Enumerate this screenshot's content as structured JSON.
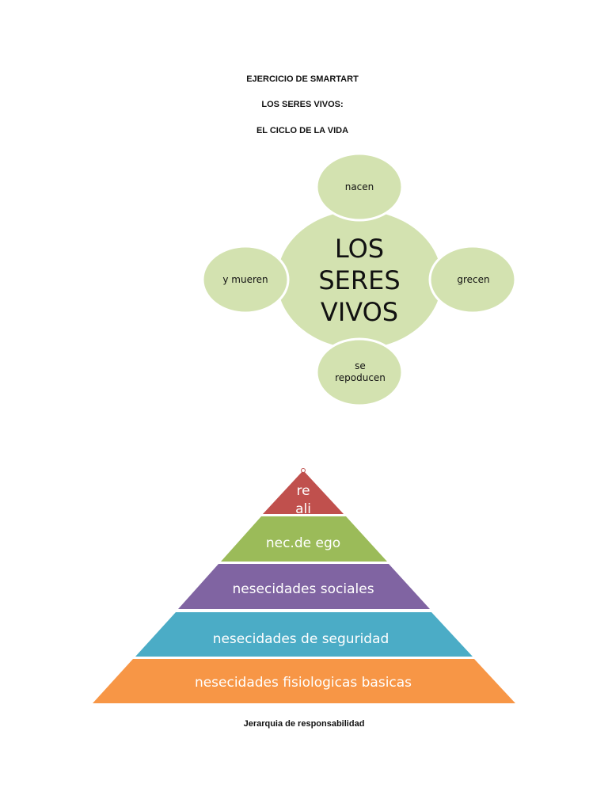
{
  "headings": {
    "line1": "EJERCICIO  DE SMARTART",
    "line2": "LOS SERES VIVOS:",
    "line3": "EL CICLO DE LA VIDA"
  },
  "cycle": {
    "center": [
      "LOS",
      "SERES",
      "VIVOS"
    ],
    "top": "nacen",
    "right": "grecen",
    "bottom": [
      "se",
      "repoducen"
    ],
    "left": "y mueren",
    "colors": {
      "fill": "#d3e2b0",
      "stroke": "#ffffff",
      "text": "#111111"
    }
  },
  "pyramid": {
    "levels": [
      {
        "label_lines": [
          "re",
          "ali"
        ],
        "color": "#c0504d"
      },
      {
        "label": "nec.de ego",
        "color": "#9bbb59"
      },
      {
        "label": "nesecidades sociales",
        "color": "#8064a2"
      },
      {
        "label": "nesecidades de seguridad",
        "color": "#4bacc6"
      },
      {
        "label": "nesecidades fisiologicas basicas",
        "color": "#f79646"
      }
    ],
    "caption": "Jerarquia de responsabilidad"
  }
}
